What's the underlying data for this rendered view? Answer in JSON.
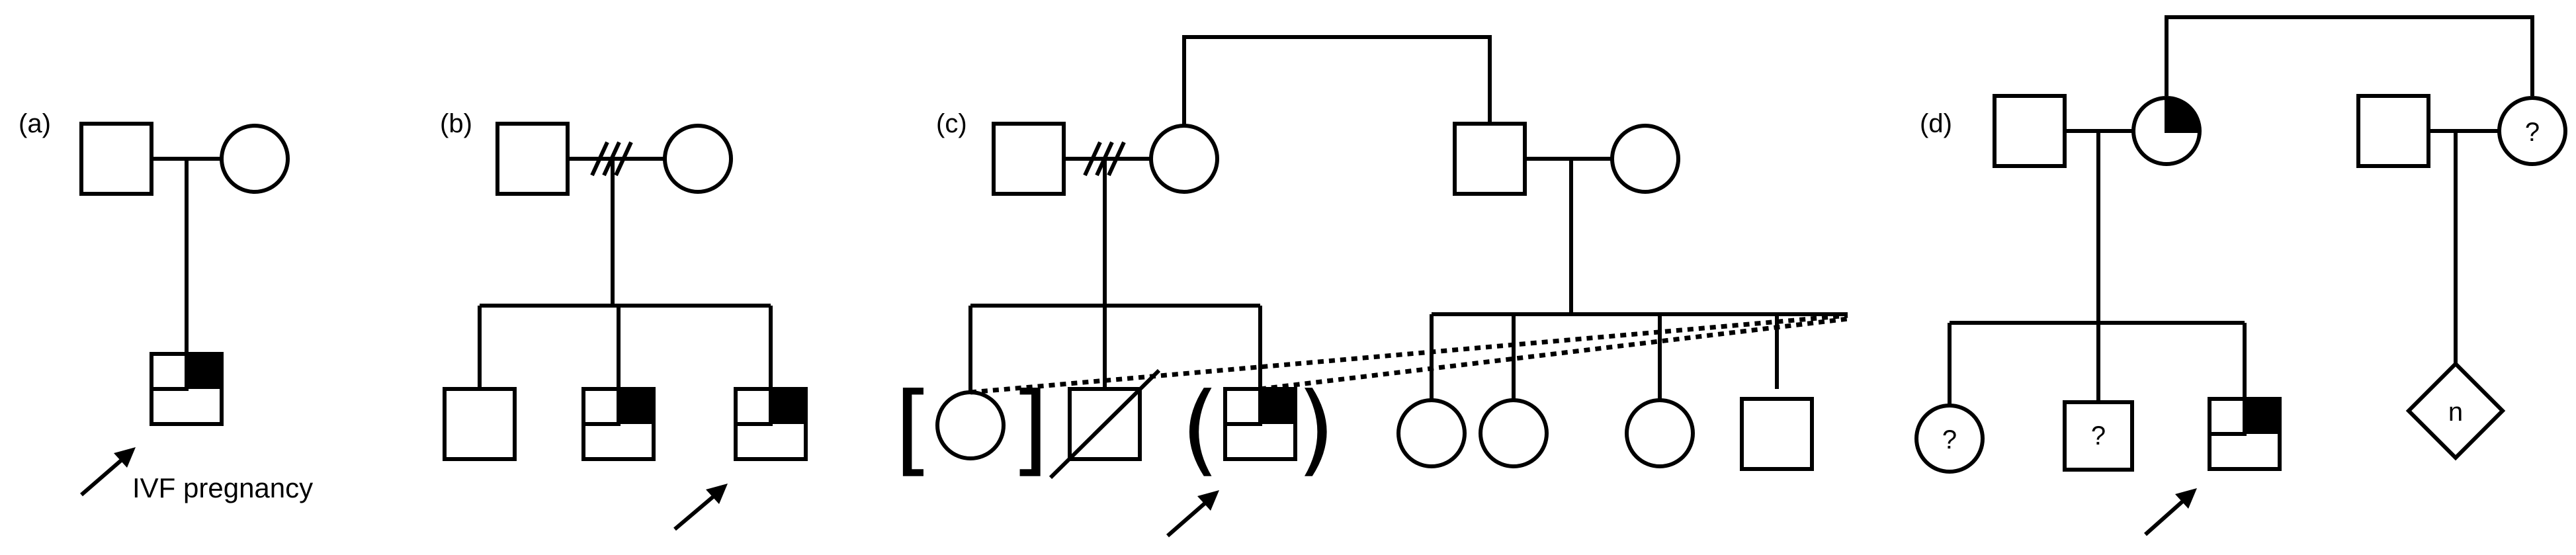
{
  "panels": {
    "a": {
      "label": "(a)",
      "caption": "IVF pregnancy"
    },
    "b": {
      "label": "(b)"
    },
    "c": {
      "label": "(c)"
    },
    "d": {
      "label": "(d)"
    }
  },
  "symbols": {
    "unknown_mark": "?",
    "multiple_mark": "n",
    "bracket_open": "[",
    "bracket_close": "]",
    "paren_open": "(",
    "paren_close": ")"
  },
  "colors": {
    "line": "#000000",
    "affected_fill": "#000000",
    "background": "#ffffff"
  }
}
